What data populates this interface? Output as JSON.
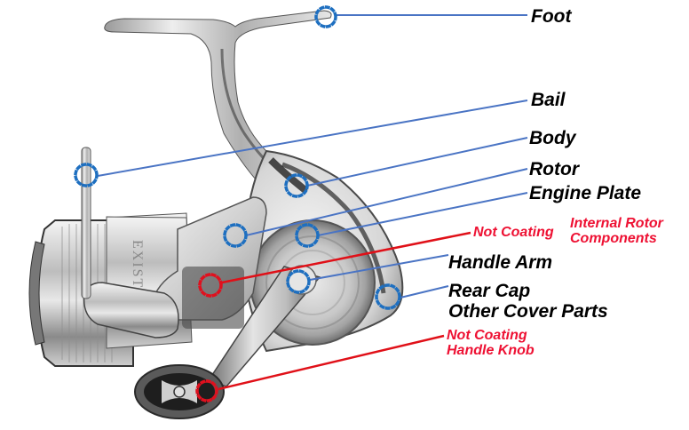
{
  "diagram": {
    "subject": "Spinning reel parts",
    "brand_mark": "EXIST",
    "colors": {
      "coated_marker": "#1e6fc0",
      "coated_line": "#4a74c4",
      "not_coated_marker": "#e0101e",
      "not_coated_line": "#e01018",
      "label_black": "#000000",
      "label_red": "#ee1133"
    },
    "labels": {
      "foot": "Foot",
      "bail": "Bail",
      "body": "Body",
      "rotor": "Rotor",
      "engine_plate": "Engine Plate",
      "not_coating_1": "Not Coating",
      "internal_rotor_line1": "Internal Rotor",
      "internal_rotor_line2": "Components",
      "handle_arm": "Handle Arm",
      "rear_cap": "Rear Cap",
      "other_cover": "Other Cover Parts",
      "not_coating_2": "Not Coating",
      "handle_knob": "Handle Knob"
    },
    "callouts": [
      {
        "part": "Foot",
        "coating": true
      },
      {
        "part": "Bail",
        "coating": true
      },
      {
        "part": "Body",
        "coating": true
      },
      {
        "part": "Rotor",
        "coating": true
      },
      {
        "part": "Engine Plate",
        "coating": true
      },
      {
        "part": "Internal Rotor Components",
        "coating": false
      },
      {
        "part": "Handle Arm",
        "coating": true
      },
      {
        "part": "Rear Cap / Other Cover Parts",
        "coating": true
      },
      {
        "part": "Handle Knob",
        "coating": false
      }
    ]
  }
}
